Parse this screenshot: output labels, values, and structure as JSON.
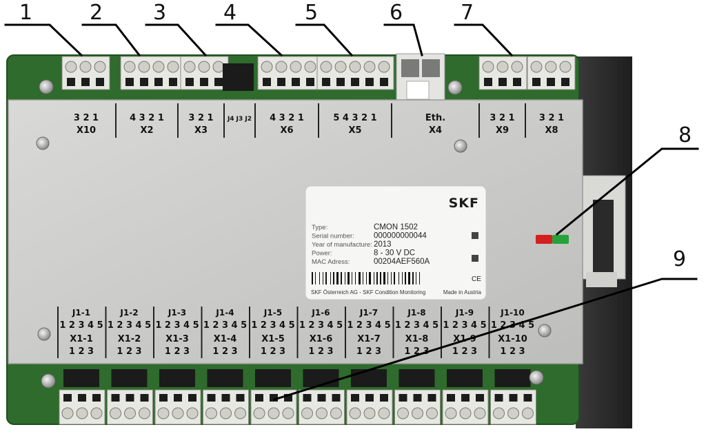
{
  "callouts": [
    "1",
    "2",
    "3",
    "4",
    "5",
    "6",
    "7",
    "8",
    "9"
  ],
  "top_connectors": [
    {
      "pins": "3 2 1",
      "name": "X10"
    },
    {
      "pins": "4 3 2 1",
      "name": "X2"
    },
    {
      "pins": "3 2 1",
      "name": "X3"
    },
    {
      "pins": "J4 J3 J2",
      "name": ""
    },
    {
      "pins": "4 3 2 1",
      "name": "X6"
    },
    {
      "pins": "5 4 3 2 1",
      "name": "X5"
    },
    {
      "pins": "Eth.",
      "name": "X4"
    },
    {
      "pins": "3 2 1",
      "name": "X9"
    },
    {
      "pins": "3 2 1",
      "name": "X8"
    }
  ],
  "bottom_connectors": [
    {
      "jumper": "J1-1",
      "jpins": "1 2 3 4 5",
      "name": "X1-1",
      "pins": "1 2 3"
    },
    {
      "jumper": "J1-2",
      "jpins": "1 2 3 4 5",
      "name": "X1-2",
      "pins": "1 2 3"
    },
    {
      "jumper": "J1-3",
      "jpins": "1 2 3 4 5",
      "name": "X1-3",
      "pins": "1 2 3"
    },
    {
      "jumper": "J1-4",
      "jpins": "1 2 3 4 5",
      "name": "X1-4",
      "pins": "1 2 3"
    },
    {
      "jumper": "J1-5",
      "jpins": "1 2 3 4 5",
      "name": "X1-5",
      "pins": "1 2 3"
    },
    {
      "jumper": "J1-6",
      "jpins": "1 2 3 4 5",
      "name": "X1-6",
      "pins": "1 2 3"
    },
    {
      "jumper": "J1-7",
      "jpins": "1 2 3 4 5",
      "name": "X1-7",
      "pins": "1 2 3"
    },
    {
      "jumper": "J1-8",
      "jpins": "1 2 3 4 5",
      "name": "X1-8",
      "pins": "1 2 3"
    },
    {
      "jumper": "J1-9",
      "jpins": "1 2 3 4 5",
      "name": "X1-9",
      "pins": "1 2 3"
    },
    {
      "jumper": "J1-10",
      "jpins": "1 2 3 4 5",
      "name": "X1-10",
      "pins": "1 2 3"
    }
  ],
  "label": {
    "brand": "SKF",
    "rows": [
      {
        "key": "Type:",
        "value": "CMON 1502"
      },
      {
        "key": "Serial number:",
        "value": "000000000044"
      },
      {
        "key": "Year of manufacture:",
        "value": "2013"
      },
      {
        "key": "Power:",
        "value": "8 - 30 V DC"
      },
      {
        "key": "MAC Adress:",
        "value": "00204AEF560A"
      }
    ],
    "footer_left": "SKF Österreich AG - SKF Condition Monitoring",
    "footer_right": "Made in Austria",
    "ce_mark": "CE"
  },
  "colors": {
    "pcb": "#2f6b2c",
    "plate": "#cfcfcd",
    "terminal": "#e8e8e2",
    "led_red": "#d42020",
    "led_green": "#25a33a"
  }
}
